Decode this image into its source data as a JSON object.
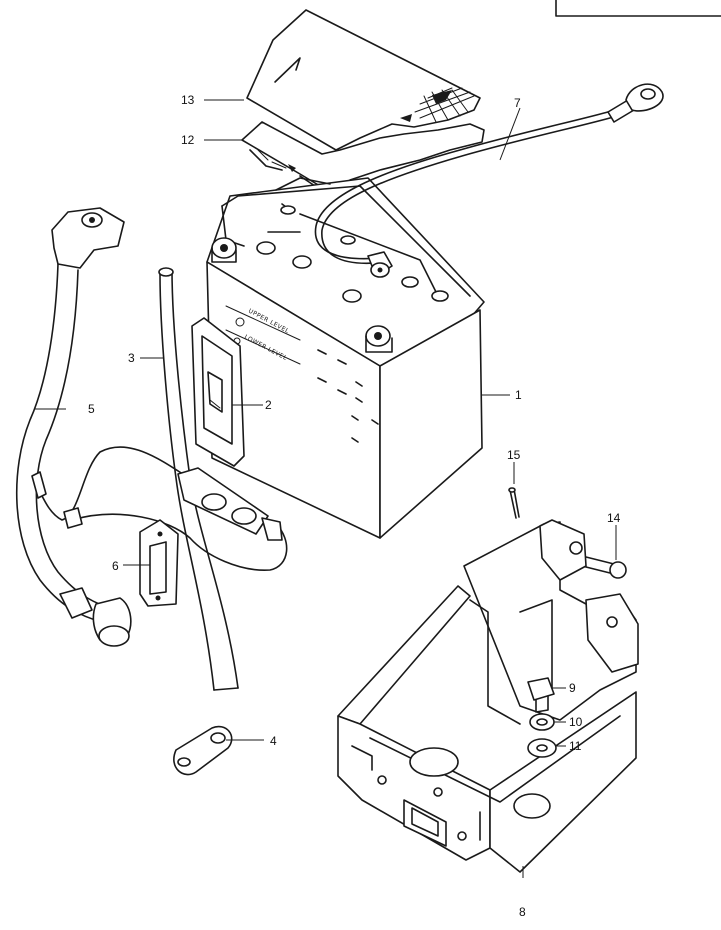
{
  "callouts": [
    {
      "id": "1",
      "part": "battery"
    },
    {
      "id": "2",
      "part": "battery-strap"
    },
    {
      "id": "3",
      "part": "breather-hose"
    },
    {
      "id": "4",
      "part": "wire-clamp"
    },
    {
      "id": "5",
      "part": "starter-cable"
    },
    {
      "id": "6",
      "part": "fuse-holder-bracket"
    },
    {
      "id": "7",
      "part": "battery-cable"
    },
    {
      "id": "8",
      "part": "battery-holder"
    },
    {
      "id": "9",
      "part": "bolt"
    },
    {
      "id": "10",
      "part": "lock-washer"
    },
    {
      "id": "11",
      "part": "washer"
    },
    {
      "id": "12",
      "part": "cushion"
    },
    {
      "id": "13",
      "part": "battery-cover"
    },
    {
      "id": "14",
      "part": "bolt"
    },
    {
      "id": "15",
      "part": "cotter-pin"
    }
  ],
  "battery": {
    "upper_level": "UPPER LEVEL",
    "lower_level": "LOWER LEVEL"
  }
}
